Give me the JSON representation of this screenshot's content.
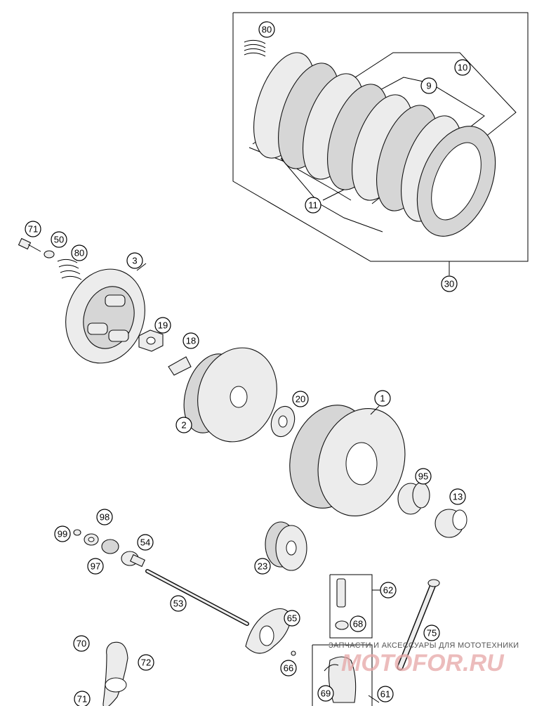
{
  "callouts": [
    {
      "id": "c80a",
      "label": "80"
    },
    {
      "id": "c10",
      "label": "10"
    },
    {
      "id": "c9",
      "label": "9"
    },
    {
      "id": "c11",
      "label": "11"
    },
    {
      "id": "c30",
      "label": "30"
    },
    {
      "id": "c71a",
      "label": "71"
    },
    {
      "id": "c50",
      "label": "50"
    },
    {
      "id": "c80b",
      "label": "80"
    },
    {
      "id": "c3",
      "label": "3"
    },
    {
      "id": "c19",
      "label": "19"
    },
    {
      "id": "c18",
      "label": "18"
    },
    {
      "id": "c2",
      "label": "2"
    },
    {
      "id": "c20",
      "label": "20"
    },
    {
      "id": "c1",
      "label": "1"
    },
    {
      "id": "c95",
      "label": "95"
    },
    {
      "id": "c13",
      "label": "13"
    },
    {
      "id": "c98",
      "label": "98"
    },
    {
      "id": "c99",
      "label": "99"
    },
    {
      "id": "c54",
      "label": "54"
    },
    {
      "id": "c97",
      "label": "97"
    },
    {
      "id": "c23",
      "label": "23"
    },
    {
      "id": "c62",
      "label": "62"
    },
    {
      "id": "c53",
      "label": "53"
    },
    {
      "id": "c68",
      "label": "68"
    },
    {
      "id": "c65",
      "label": "65"
    },
    {
      "id": "c75",
      "label": "75"
    },
    {
      "id": "c70",
      "label": "70"
    },
    {
      "id": "c72",
      "label": "72"
    },
    {
      "id": "c66",
      "label": "66"
    },
    {
      "id": "c71b",
      "label": "71"
    },
    {
      "id": "c69",
      "label": "69"
    },
    {
      "id": "c61",
      "label": "61"
    }
  ],
  "watermark": {
    "tagline": "ЗАПЧАСТИ И АКСЕССУАРЫ ДЛЯ МОТОТЕХНИКИ",
    "logo": "MOTOFOR.RU"
  }
}
